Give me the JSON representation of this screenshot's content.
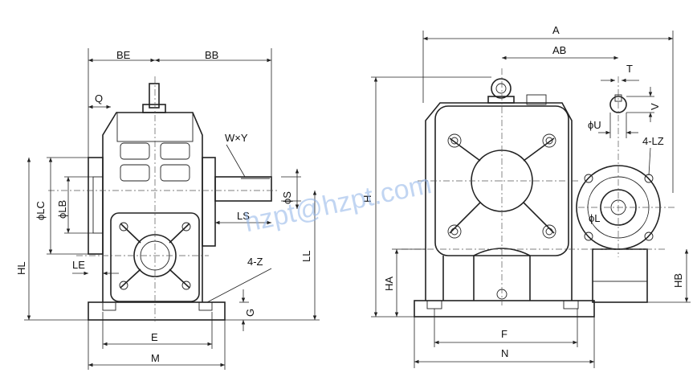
{
  "watermark": "hzpt@hzpt.com",
  "left_view": {
    "labels": {
      "be": "BE",
      "bb": "BB",
      "q": "Q",
      "wxy": "W×Y",
      "phi_lc": "ϕLC",
      "phi_lb": "ϕLB",
      "phi_s": "ϕS",
      "ls": "LS",
      "hl": "HL",
      "ll": "LL",
      "le": "LE",
      "four_z": "4-Z",
      "g": "G",
      "e": "E",
      "m": "M"
    }
  },
  "right_view": {
    "labels": {
      "a": "A",
      "ab": "AB",
      "t": "T",
      "v": "V",
      "phi_u": "ϕU",
      "four_lz": "4-LZ",
      "phi_l": "ϕL",
      "h": "H",
      "ha": "HA",
      "hb": "HB",
      "f": "F",
      "n": "N"
    }
  },
  "colors": {
    "line": "#222222",
    "watermark": "#8fb3e8",
    "background": "#ffffff"
  }
}
